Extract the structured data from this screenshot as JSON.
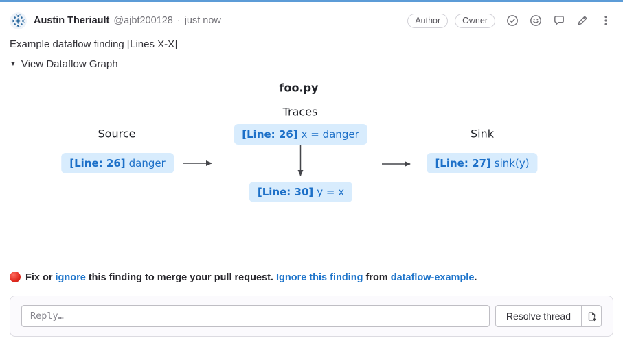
{
  "header": {
    "author_name": "Austin Theriault",
    "author_handle": "@ajbt200128",
    "separator": "·",
    "timestamp": "just now",
    "badges": [
      "Author",
      "Owner"
    ],
    "action_icons": [
      "check-circle-icon",
      "smiley-icon",
      "comment-icon",
      "pencil-icon",
      "kebab-menu-icon"
    ]
  },
  "comment": {
    "title": "Example dataflow finding [Lines X-X]",
    "collapse_icon": "▼",
    "toggle_label": "View Dataflow Graph"
  },
  "graph": {
    "file_title": "foo.py",
    "traces_label": "Traces",
    "source_label": "Source",
    "sink_label": "Sink",
    "nodes": {
      "source": {
        "line": "[Line: 26]",
        "code": "danger"
      },
      "trace_top": {
        "line": "[Line: 26]",
        "code": "x = danger"
      },
      "trace_bottom": {
        "line": "[Line: 30]",
        "code": "y = x"
      },
      "sink": {
        "line": "[Line: 27]",
        "code": "sink(y)"
      }
    }
  },
  "note": {
    "icon": "red-circle-icon",
    "segments": [
      {
        "t": "Fix or "
      },
      {
        "t": "ignore"
      },
      {
        "t": " this finding to merge your pull request. "
      },
      {
        "t": "Ignore this finding"
      },
      {
        "t": " from "
      },
      {
        "t": "dataflow-example"
      },
      {
        "t": "."
      }
    ]
  },
  "reply": {
    "placeholder": "Reply…",
    "resolve_label": "Resolve thread"
  },
  "colors": {
    "top_border": "#5c9cd7",
    "link_blue": "#1f75cb",
    "node_bg": "#d8ecfd",
    "node_text": "#1d70c8",
    "arrow": "#45464b",
    "icon_gray": "#737278",
    "danger_red": "#e02a1f"
  }
}
